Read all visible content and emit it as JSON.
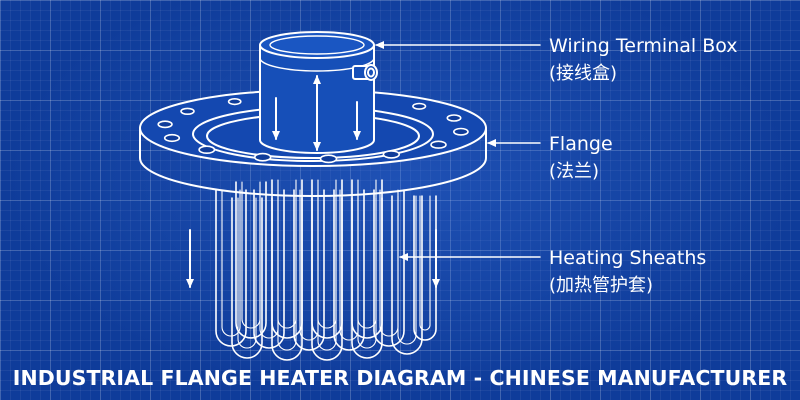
{
  "labels": {
    "terminal_box": {
      "name": "Wiring Terminal Box",
      "sub": "(接线盒)"
    },
    "flange": {
      "name": "Flange",
      "sub": "(法兰)"
    },
    "sheaths": {
      "name": "Heating Sheaths",
      "sub": "(加热管护套)"
    }
  },
  "title": "INDUSTRIAL FLANGE HEATER DIAGRAM - CHINESE MANUFACTURER",
  "colors": {
    "background": "#0f3c9a",
    "line": "#ffffff"
  }
}
